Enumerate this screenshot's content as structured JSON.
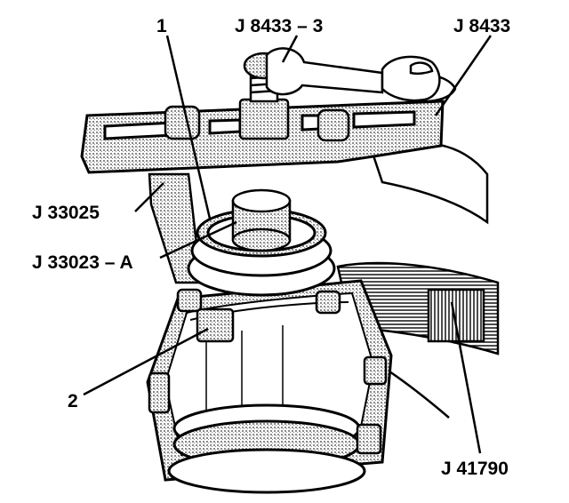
{
  "labels": {
    "j8433_3": "J 8433 – 3",
    "j8433": "J 8433",
    "num1": "1",
    "j33025": "J 33025",
    "j33023a": "J 33023 – A",
    "num2": "2",
    "j41790": "J 41790"
  },
  "colors": {
    "line": "#000000",
    "shade": "#bdbdbd",
    "background": "#ffffff"
  }
}
